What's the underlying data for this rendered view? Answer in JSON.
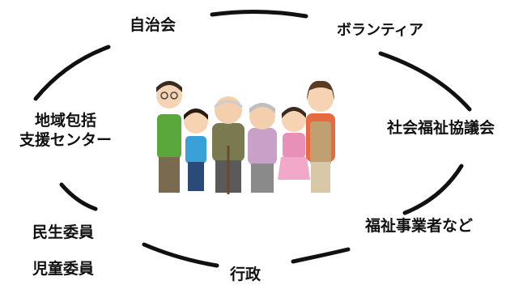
{
  "nodes": {
    "jichikai": "自治会",
    "volunteer": "ボランティア",
    "chiiki_line1": "地域包括",
    "chiiki_line2": "支援センター",
    "shakyo": "社会福祉協議会",
    "minsei": "民生委員",
    "jido": "児童委員",
    "fukushi": "福祉事業者など",
    "gyosei": "行政"
  },
  "center_illustration": {
    "subject": "family-group",
    "people": [
      "father",
      "boy",
      "grandfather",
      "grandmother",
      "girl",
      "mother"
    ]
  }
}
